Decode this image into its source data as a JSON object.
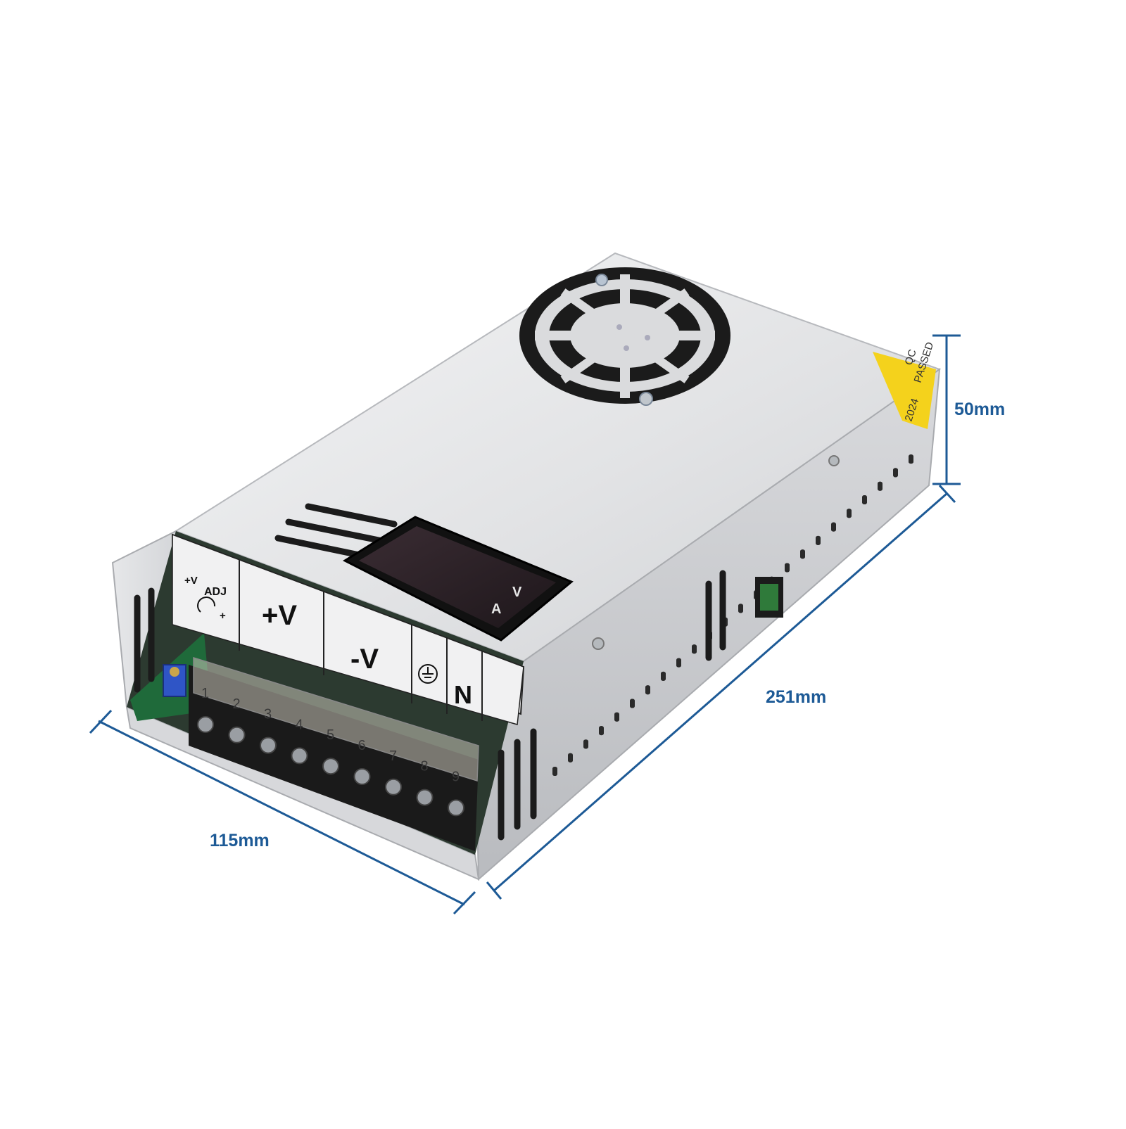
{
  "product": {
    "panel_labels": {
      "adj_v": "+V",
      "adj_text": "ADJ",
      "adj_plus": "+",
      "pos_v": "+V",
      "neg_v": "-V",
      "neutral": "N"
    },
    "terminal_numbers": [
      "1",
      "2",
      "3",
      "4",
      "5",
      "6",
      "7",
      "8",
      "9"
    ],
    "meter_labels": {
      "volt": "V",
      "amp": "A"
    },
    "sticker_lines": [
      "QC",
      "PASSED",
      "2024"
    ]
  },
  "dimensions": {
    "height": "50mm",
    "length": "251mm",
    "width": "115mm",
    "line_color": "#1d5a96"
  },
  "colors": {
    "case_top": "#e3e4e6",
    "case_side": "#c9cbce",
    "terminal_block": "#1c1c1c",
    "sticker": "#f4d21c"
  }
}
